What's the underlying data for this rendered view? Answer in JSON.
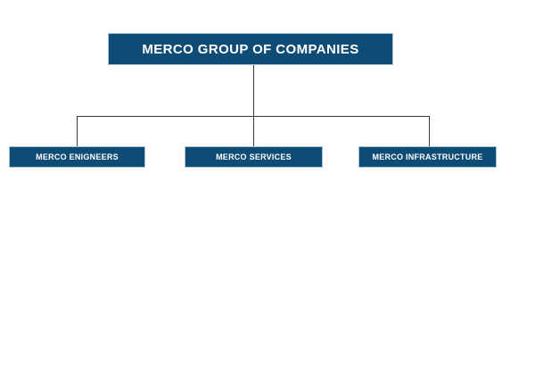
{
  "chart_data": {
    "type": "diagram",
    "diagram_type": "organizational-chart",
    "title": "MERCO GROUP OF COMPANIES",
    "orientation": "top-down",
    "levels": 2,
    "colors": {
      "node_fill": "#0F4C75",
      "node_border": "#a8c4da",
      "node_text": "#ffffff",
      "connector": "#3a3a3a",
      "background": "#ffffff"
    },
    "nodes": [
      {
        "id": "root",
        "label": "MERCO GROUP OF COMPANIES",
        "level": 0,
        "parent": null
      },
      {
        "id": "engineers",
        "label": "MERCO ENIGNEERS",
        "level": 1,
        "parent": "root"
      },
      {
        "id": "services",
        "label": "MERCO SERVICES",
        "level": 1,
        "parent": "root"
      },
      {
        "id": "infrastructure",
        "label": "MERCO INFRASTRUCTURE",
        "level": 1,
        "parent": "root"
      }
    ],
    "edges": [
      {
        "from": "root",
        "to": "engineers"
      },
      {
        "from": "root",
        "to": "services"
      },
      {
        "from": "root",
        "to": "infrastructure"
      }
    ]
  },
  "chart": {
    "root": {
      "label": "MERCO GROUP OF COMPANIES"
    },
    "children": [
      {
        "label": "MERCO ENIGNEERS"
      },
      {
        "label": "MERCO SERVICES"
      },
      {
        "label": "MERCO INFRASTRUCTURE"
      }
    ]
  }
}
